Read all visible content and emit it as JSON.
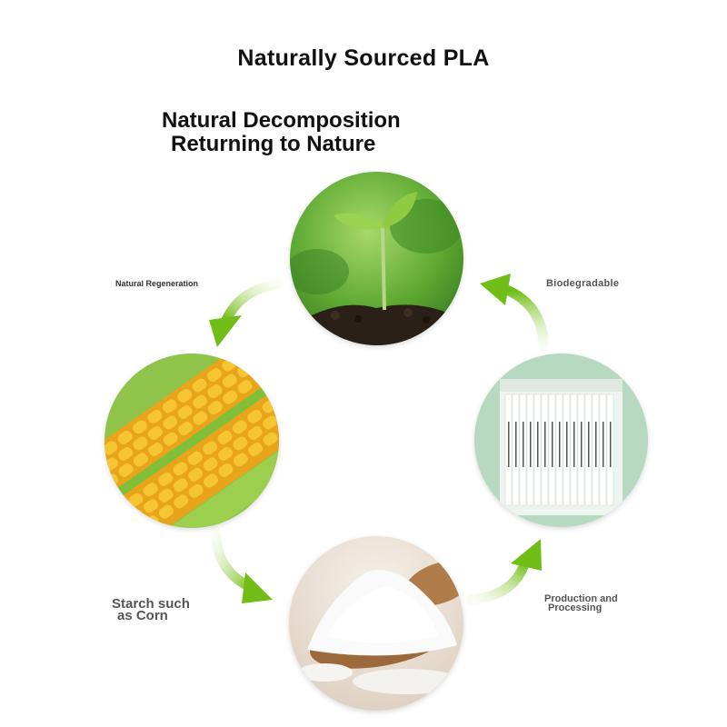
{
  "header": {
    "title": "Naturally Sourced PLA",
    "subtitle_line1": "Natural Decomposition",
    "subtitle_line2": "Returning to Nature"
  },
  "cycle": {
    "labels": {
      "natural_regeneration": "Natural Regeneration",
      "biodegradable": "Biodegradable",
      "starch_line1": "Starch such",
      "starch_line2": "as Corn",
      "production_line1": "Production and",
      "production_line2": "Processing"
    },
    "stages": [
      {
        "id": "seedling",
        "image": "seedling-in-soil"
      },
      {
        "id": "corn",
        "image": "corn-cob"
      },
      {
        "id": "starch",
        "image": "starch-powder-on-spoon"
      },
      {
        "id": "straws",
        "image": "packaged-pla-straws"
      }
    ]
  },
  "colors": {
    "arrow_green": "#7cc520",
    "arrow_dark": "#5aa20f",
    "text_dark": "#111111",
    "label_gray": "#555555"
  }
}
